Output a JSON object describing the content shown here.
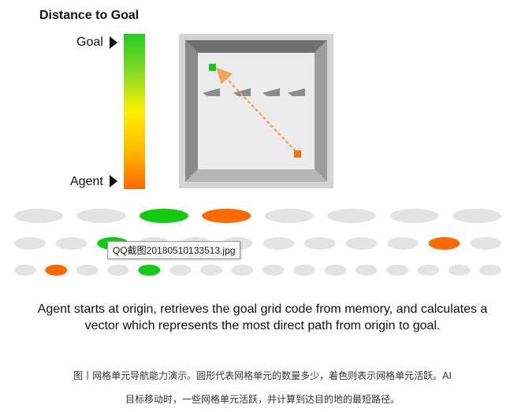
{
  "legend": {
    "title": "Distance to Goal",
    "goal_label": "Goal",
    "agent_label": "Agent"
  },
  "colors": {
    "active_green": "#11cc11",
    "active_orange": "#ff6a00",
    "inactive_grey": "#e3e3e3"
  },
  "grid_cell_rows": [
    {
      "count": 8,
      "active": {
        "2": "green",
        "3": "orange"
      }
    },
    {
      "count": 12,
      "active": {
        "2": "green",
        "10": "orange"
      }
    },
    {
      "count": 16,
      "active": {
        "1": "orange",
        "4": "green"
      }
    }
  ],
  "tooltip": "QQ截图20180510133513.jpg",
  "caption": {
    "line1": "Agent starts at origin, retrieves the goal grid code from memory, and calculates a",
    "line2": "vector which represents the most direct path from origin to goal."
  },
  "caption_cn": {
    "line1": "图丨网格单元导航能力演示。圆形代表网格单元的数量多少，着色则表示网格单元活跃。AI",
    "line2": "目标移动时，一些网格单元活跃，并计算到达目的地的最短路径。"
  }
}
